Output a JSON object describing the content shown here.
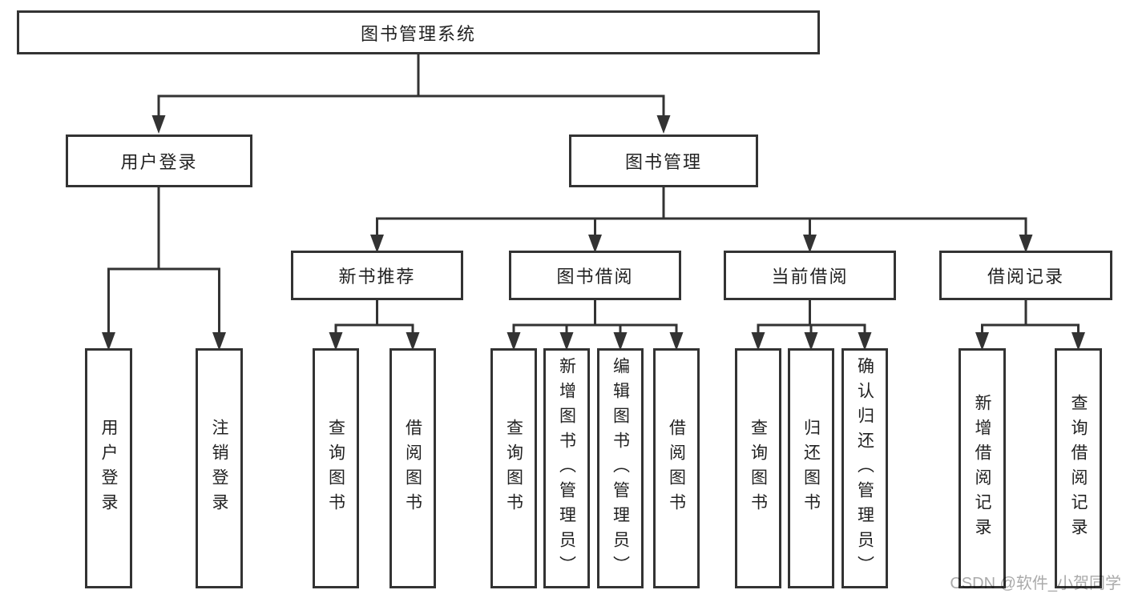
{
  "diagram": {
    "root": {
      "label": "图书管理系统",
      "children": [
        {
          "label": "用户登录",
          "children": [
            {
              "label": "用户登录"
            },
            {
              "label": "注销登录"
            }
          ]
        },
        {
          "label": "图书管理",
          "children": [
            {
              "label": "新书推荐",
              "children": [
                {
                  "label": "查询图书"
                },
                {
                  "label": "借阅图书"
                }
              ]
            },
            {
              "label": "图书借阅",
              "children": [
                {
                  "label": "查询图书"
                },
                {
                  "label": "新增图书（管理员）"
                },
                {
                  "label": "编辑图书（管理员）"
                },
                {
                  "label": "借阅图书"
                }
              ]
            },
            {
              "label": "当前借阅",
              "children": [
                {
                  "label": "查询图书"
                },
                {
                  "label": "归还图书"
                },
                {
                  "label": "确认归还（管理员）"
                }
              ]
            },
            {
              "label": "借阅记录",
              "children": [
                {
                  "label": "新增借阅记录"
                },
                {
                  "label": "查询借阅记录"
                }
              ]
            }
          ]
        }
      ]
    }
  },
  "watermark": {
    "text": "CSDN @软件_小贺同学"
  },
  "colors": {
    "line": "#333333",
    "box_border": "#333333",
    "text": "#222222",
    "background": "#ffffff",
    "watermark": "#aaaaaa"
  }
}
